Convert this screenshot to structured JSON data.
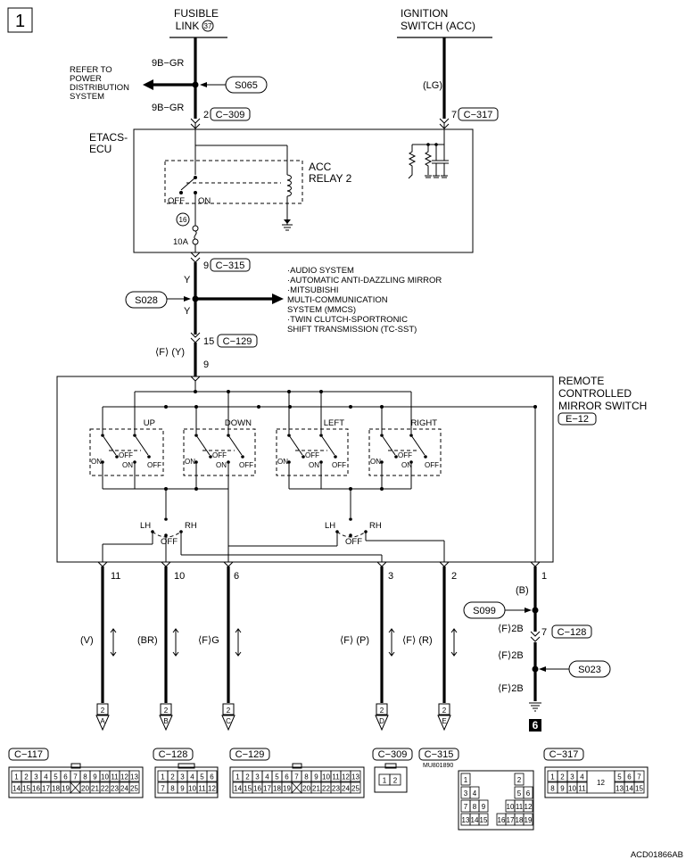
{
  "figure_number": "1",
  "fusible_link": {
    "line1": "FUSIBLE",
    "line2": "LINK",
    "number": "37"
  },
  "ignition_switch": {
    "line1": "IGNITION",
    "line2": "SWITCH (ACC)"
  },
  "refer_to": {
    "line1": "REFER TO",
    "line2": "POWER",
    "line3": "DISTRIBUTION",
    "line4": "SYSTEM"
  },
  "wire_9b_gr_top": "9B−GR",
  "wire_9b_gr_bottom": "9B−GR",
  "splice_s065": "S065",
  "wire_lg": "(LG)",
  "pin_2": "2",
  "conn_c309": "C−309",
  "pin_7": "7",
  "conn_c317": "C−317",
  "etacs": {
    "line1": "ETACS-",
    "line2": "ECU"
  },
  "acc_relay": {
    "line1": "ACC",
    "line2": "RELAY 2",
    "off": "OFF",
    "on": "ON"
  },
  "fuse": {
    "number": "16",
    "rating": "10A"
  },
  "pin_9": "9",
  "conn_c315": "C−315",
  "wire_y1": "Y",
  "wire_y2": "Y",
  "splice_s028": "S028",
  "systems": [
    "·AUDIO SYSTEM",
    "·AUTOMATIC ANTI-DAZZLING MIRROR",
    "·MITSUBISHI",
    " MULTI-COMMUNICATION",
    " SYSTEM (MMCS)",
    "·TWIN CLUTCH-SPORTRONIC",
    " SHIFT TRANSMISSION (TC-SST)"
  ],
  "pin_15": "15",
  "conn_c129": "C−129",
  "wire_fy": "⟨F⟩ (Y)",
  "pin_9b": "9",
  "mirror_switch": {
    "line1": "REMOTE",
    "line2": "CONTROLLED",
    "line3": "MIRROR SWITCH",
    "conn": "E−12"
  },
  "switches": [
    {
      "label": "UP",
      "on1": "ON",
      "off": "OFF",
      "on2": "ON",
      "off2": "OFF"
    },
    {
      "label": "DOWN",
      "on1": "ON",
      "off": "OFF",
      "on2": "ON",
      "off2": "OFF"
    },
    {
      "label": "LEFT",
      "on1": "ON",
      "off": "OFF",
      "on2": "ON",
      "off2": "OFF"
    },
    {
      "label": "RIGHT",
      "on1": "ON",
      "off": "OFF",
      "on2": "ON",
      "off2": "OFF"
    }
  ],
  "selector": {
    "lh": "LH",
    "rh": "RH",
    "off": "OFF"
  },
  "output_pins": [
    "11",
    "10",
    "6",
    "3",
    "2",
    "1"
  ],
  "wire_colors": [
    "(V)",
    "(BR)",
    "⟨F⟩G",
    "⟨F⟩ (P)",
    "⟨F⟩ (R)"
  ],
  "wire_b": "(B)",
  "splice_s099": "S099",
  "wire_f2b_1": "⟨F⟩2B",
  "pin_7b": "7",
  "conn_c128": "C−128",
  "wire_f2b_2": "⟨F⟩2B",
  "splice_s023": "S023",
  "wire_f2b_3": "⟨F⟩2B",
  "ground_ref": "6",
  "page_refs": [
    {
      "page": "2",
      "letter": "A"
    },
    {
      "page": "2",
      "letter": "B"
    },
    {
      "page": "2",
      "letter": "C"
    },
    {
      "page": "2",
      "letter": "D"
    },
    {
      "page": "2",
      "letter": "E"
    }
  ],
  "connectors": {
    "c117": "C−117",
    "c128": "C−128",
    "c129": "C−129",
    "c309": "C−309",
    "c315": "C−315",
    "c317": "C−317",
    "mu": "MU801890"
  },
  "c117_top": [
    "1",
    "2",
    "3",
    "4",
    "5",
    "6",
    "7",
    "8",
    "9",
    "10",
    "11",
    "12",
    "13"
  ],
  "c117_bottom": [
    "14",
    "15",
    "16",
    "17",
    "18",
    "19",
    "",
    "20",
    "21",
    "22",
    "23",
    "24",
    "25"
  ],
  "c128_top": [
    "1",
    "2",
    "3",
    "4",
    "5",
    "6"
  ],
  "c128_bottom": [
    "7",
    "8",
    "9",
    "10",
    "11",
    "12"
  ],
  "c309_pins": [
    "1",
    "2"
  ],
  "c315_cells": [
    "1",
    "2",
    "3",
    "4",
    "5",
    "6",
    "7",
    "8",
    "9",
    "10",
    "11",
    "12",
    "13",
    "14",
    "15",
    "16",
    "17",
    "18",
    "19"
  ],
  "c317_top": [
    "1",
    "2",
    "3",
    "4",
    "5",
    "6",
    "7"
  ],
  "c317_bottom": [
    "8",
    "9",
    "10",
    "11",
    "12",
    "13",
    "14",
    "15"
  ],
  "footer_code": "ACD01866AB"
}
